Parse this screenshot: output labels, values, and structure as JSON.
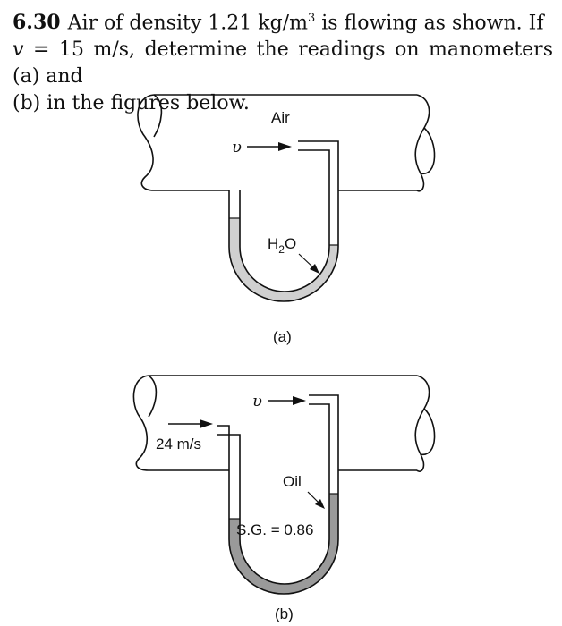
{
  "problem": {
    "number": "6.30",
    "line1_a": "Air of density 1.21 kg/m",
    "line1_sup": "3",
    "line1_b": " is flowing as shown. If",
    "v_symbol": "v",
    "line2": " = 15 m/s, determine the readings on manometers (a) and",
    "line3": "(b) in the figures below."
  },
  "figure_a": {
    "air_label": "Air",
    "v_label": "υ",
    "fluid_main": "H",
    "fluid_sub": "2",
    "fluid_end": "O",
    "caption": "(a)",
    "fluid_color": "#d0d0d0"
  },
  "figure_b": {
    "v_label": "υ",
    "speed_label": "24 m/s",
    "oil_label": "Oil",
    "sg_label": "S.G. = 0.86",
    "caption": "(b)",
    "fluid_color": "#9a9a9a"
  }
}
